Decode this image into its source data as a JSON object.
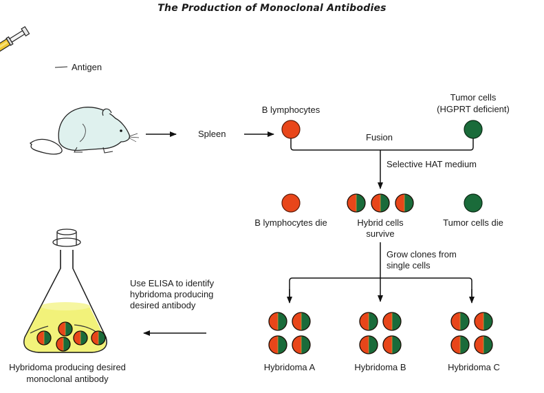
{
  "title": "The Production of Monoclonal Antibodies",
  "colors": {
    "b_cell": "#e8461a",
    "tumor_cell": "#1a6b3a",
    "medium": "#f2f27a",
    "syringe_fluid": "#f0c832",
    "mouse": "#dff1ee"
  },
  "labels": {
    "antigen": "Antigen",
    "spleen": "Spleen",
    "b_lymphocytes": "B lymphocytes",
    "tumor_cells_line1": "Tumor cells",
    "tumor_cells_line2": "(HGPRT deficient)",
    "fusion": "Fusion",
    "selective_hat": "Selective HAT medium",
    "b_lymphocytes_die": "B lymphocytes die",
    "hybrid_cells_line1": "Hybrid cells",
    "hybrid_cells_line2": "survive",
    "tumor_cells_die": "Tumor cells die",
    "grow_clones_line1": "Grow clones from",
    "grow_clones_line2": "single cells",
    "elisa_line1": "Use ELISA to identify",
    "elisa_line2": "hybridoma producing",
    "elisa_line3": "desired antibody",
    "hybridoma_a": "Hybridoma A",
    "hybridoma_b": "Hybridoma B",
    "hybridoma_c": "Hybridoma C",
    "flask_line1": "Hybridoma producing desired",
    "flask_line2": "monoclonal antibody"
  },
  "cell_counts": {
    "hybrid_survivors": 3,
    "per_hybridoma_clone": 4,
    "in_flask": 5
  }
}
